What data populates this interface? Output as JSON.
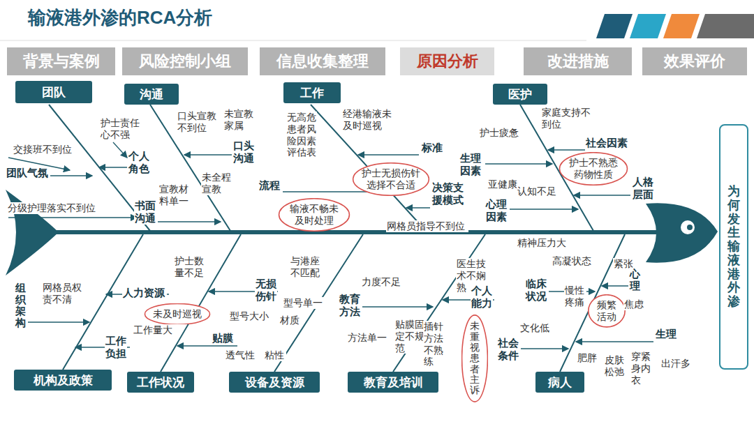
{
  "diagram": {
    "title": "输液港外渗的RCA分析",
    "nodes": [
      {
        "text": [
          "背景与案例"
        ]
      },
      {
        "text": [
          "风险控制小组"
        ]
      },
      {
        "text": [
          "信息收集整理"
        ]
      },
      {
        "text": [
          "原因分析"
        ]
      },
      {
        "text": [
          "改进措施"
        ]
      },
      {
        "text": [
          "效果评价"
        ]
      },
      {
        "text": [
          "团队"
        ]
      },
      {
        "text": [
          "沟通"
        ]
      },
      {
        "text": [
          "工作"
        ]
      },
      {
        "text": [
          "医护"
        ]
      },
      {
        "text": [
          "机构及政策"
        ]
      },
      {
        "text": [
          "工作状况"
        ]
      },
      {
        "text": [
          "设备及资源"
        ]
      },
      {
        "text": [
          "教育及培训"
        ]
      },
      {
        "text": [
          "病人"
        ]
      },
      {
        "text": [
          "为何发生输液港外渗"
        ]
      },
      {
        "text": [
          "护士无损伤针选择不合适"
        ]
      },
      {
        "text": [
          "输液不畅未及时处理"
        ]
      },
      {
        "text": [
          "护士不熟悉药物性质"
        ]
      },
      {
        "text": [
          "未及时巡视"
        ]
      },
      {
        "text": [
          "频繁活动"
        ]
      },
      {
        "text": [
          "未重视患者主诉"
        ]
      }
    ],
    "labels": [
      "护士责任心不强",
      "交接班不到位",
      "团队气氛",
      "个人角色",
      "分级护理落实不到位",
      "口头宣教不到位",
      "未宣教家属",
      "口头沟通",
      "未全程宣教",
      "宣教材料单一",
      "书面沟通",
      "无高危患者风险因素评估表",
      "经港输液未及时巡视",
      "标准",
      "流程",
      "决策支援模式",
      "网格员指导不到位",
      "家庭支持不到位",
      "护士疲惫",
      "社会因素",
      "生理因素",
      "亚健康",
      "认知不足",
      "人格层面",
      "心理因素",
      "精神压力大",
      "组织架构",
      "网格员权责不清",
      "人力资源",
      "护士数量不足",
      "工作量大",
      "工作负担",
      "无损伤针",
      "与港座不匹配",
      "型号单一",
      "型号大小",
      "材质",
      "贴膜",
      "透气性",
      "粘性",
      "力度不足",
      "教育方法",
      "方法单一",
      "贴膜固定不规范",
      "插针方法不熟练",
      "医生技术不娴熟",
      "个人能力",
      "高凝状态",
      "紧张",
      "临床状况",
      "慢性疼痛",
      "心理",
      "焦虑",
      "文化低",
      "生理",
      "社会条件",
      "肥胖",
      "皮肤松弛",
      "穿紧身内衣",
      "出汗多"
    ]
  }
}
